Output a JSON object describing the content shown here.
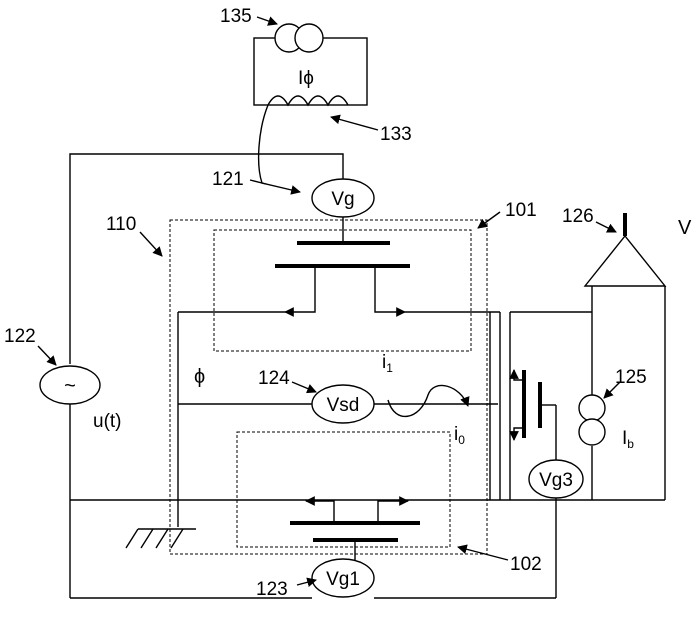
{
  "labels": {
    "ref_135": "135",
    "ref_133": "133",
    "ref_121": "121",
    "ref_110": "110",
    "ref_101": "101",
    "ref_126": "126",
    "ref_122": "122",
    "ref_124": "124",
    "ref_125": "125",
    "ref_123": "123",
    "ref_102": "102"
  },
  "symbols": {
    "i_phi": "Iϕ",
    "v_corner": "V",
    "phi": "ϕ",
    "i1": "i",
    "i1_sub": "1",
    "i0": "i",
    "i0_sub": "0",
    "ib": "I",
    "ib_sub": "b",
    "ut": "u(t)",
    "tilde": "~"
  },
  "sources": {
    "vg": "Vg",
    "vsd": "Vsd",
    "vg3": "Vg3",
    "vg1": "Vg1"
  },
  "colors": {
    "line": "#000000",
    "background": "#ffffff"
  }
}
